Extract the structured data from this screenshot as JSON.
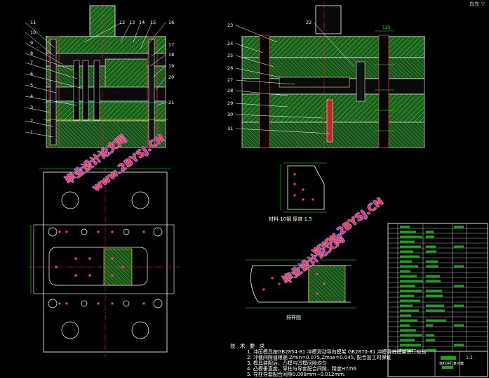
{
  "corner_label": "向东 ▽",
  "left_callouts": [
    "11",
    "10",
    "9",
    "8",
    "7",
    "6",
    "5",
    "4",
    "3",
    "2",
    "1"
  ],
  "top_callouts": [
    "12",
    "13",
    "14",
    "15"
  ],
  "right_callouts_left_view": [
    "16",
    "17",
    "18",
    "19",
    "20",
    "21"
  ],
  "mid_left_callouts": [
    "23",
    "24",
    "25",
    "26",
    "27",
    "28",
    "29",
    "30",
    "31"
  ],
  "mid_top_callout": "22",
  "strip_dimension": "125",
  "strip_caption": "材料 10钢  厚度 1.5",
  "layout_caption": "排样图",
  "notes_title": "技 术 要 求",
  "notes": [
    "1. 冲压模具按GB2854-81  冲模滑动导向模架  GB2870-81  冲模导柱模架进行检验",
    "2. 冲裁间隙值根据  Zmin=0.075,Zmax=0.045, 配合加工时保证",
    "3. 模具装配后，凸模与凹模间隙均匀",
    "4. 凸模垂直度，导柱与导套配合间隙，精度H7/h6",
    "5. 导柱导套配合间隙0.008mm~0.012mm."
  ],
  "watermarks": [
    {
      "text": "毕业设计论文网",
      "style": "wm1"
    },
    {
      "text": "www.2BYSJ.CN",
      "style": "wm2"
    },
    {
      "text": "毕业设计论文网",
      "style": "wm3"
    },
    {
      "text": "www.2BYSJ.CN",
      "style": "wm4"
    }
  ],
  "title_block": {
    "drawing_no": "落料冲孔复合模",
    "scale": "1:1"
  },
  "colors": {
    "outline": "#ffffff",
    "section_fill": "#2f8a2f",
    "hatch": "#00ff00",
    "centerline": "#ff0000",
    "dimension": "#00ffff",
    "blue_plate": "#0000cc",
    "yellow": "#ffff00"
  }
}
